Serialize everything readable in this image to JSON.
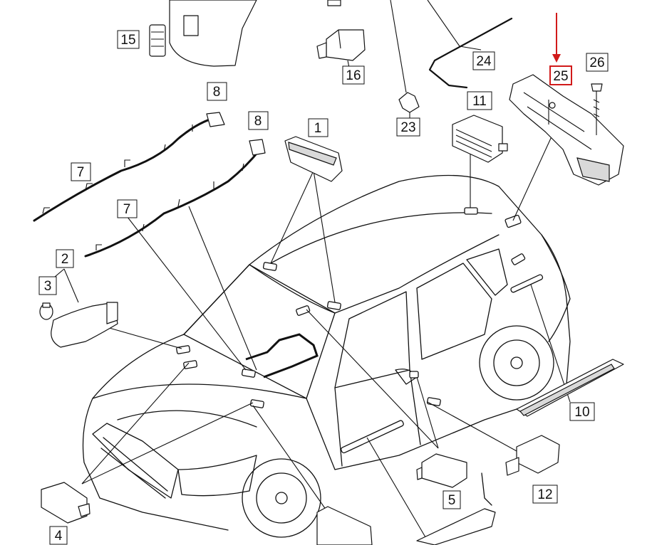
{
  "colors": {
    "highlight": "#d11a1a",
    "line": "#111111",
    "background": "#ffffff"
  },
  "labels": {
    "part_1": "1",
    "part_2": "2",
    "part_3": "3",
    "part_4": "4",
    "part_5": "5",
    "part_7a": "7",
    "part_7b": "7",
    "part_8a": "8",
    "part_8b": "8",
    "part_10": "10",
    "part_11": "11",
    "part_12": "12",
    "part_15": "15",
    "part_16": "16",
    "part_23": "23",
    "part_24": "24",
    "part_25": "25",
    "part_26": "26"
  },
  "highlighted_part": "25"
}
